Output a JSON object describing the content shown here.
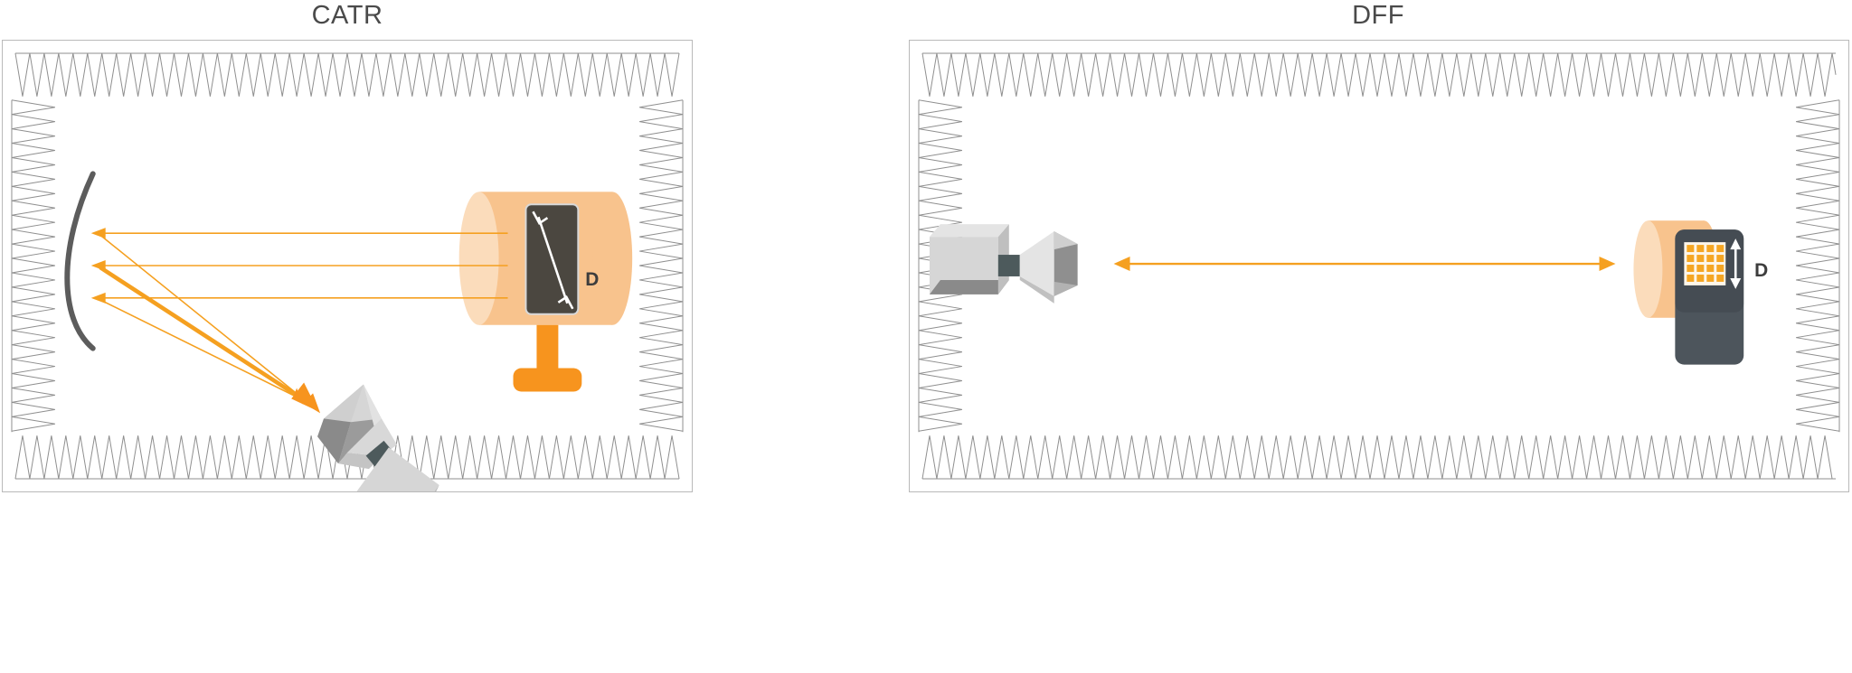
{
  "figure": {
    "type": "technical-diagram",
    "description": "Comparison of two over-the-air antenna measurement chambers",
    "panels": [
      {
        "id": "catr",
        "title": "CATR",
        "chamber": {
          "absorber_color": "#8f8f8f",
          "wall_border_color": "#b9b9b9",
          "background": "#ffffff"
        },
        "elements": {
          "reflector": {
            "name": "parabolic-reflector",
            "color": "#5c5c5c"
          },
          "feed_horn": {
            "name": "feed-horn-antenna",
            "body_color": "#d6d6d6",
            "shade_color": "#8a8a8a"
          },
          "dut": {
            "name": "device-under-test",
            "cylinder_color": "#f8c38d",
            "panel_color": "#4b4740",
            "dimension_label": "D",
            "dimension_orientation": "diagonal"
          },
          "positioner": {
            "name": "turntable-positioner",
            "color": "#f7941e"
          },
          "rays": {
            "color": "#f5a020",
            "collimated_count": 3,
            "direction": "reflector-to-dut-and-feed"
          }
        }
      },
      {
        "id": "dff",
        "title": "DFF",
        "chamber": {
          "absorber_color": "#8f8f8f",
          "wall_border_color": "#b9b9b9",
          "background": "#ffffff"
        },
        "elements": {
          "source_horn": {
            "name": "source-horn-antenna",
            "body_color": "#d6d6d6",
            "shade_color": "#8a8a8a"
          },
          "dut": {
            "name": "device-under-test",
            "body_color": "#4d555c",
            "array_color": "#f5a623",
            "array_rows": 4,
            "array_cols": 4,
            "halo_color": "#f8c38d",
            "dimension_label": "D",
            "dimension_orientation": "vertical"
          },
          "path": {
            "name": "far-field-range-arrow",
            "color": "#f5a020",
            "direction": "double-headed"
          }
        }
      }
    ]
  },
  "colors": {
    "orange": "#f5a020",
    "orange_strong": "#f7941e",
    "orange_light": "#f8c38d",
    "orange_pale": "#fbdcbb",
    "dark_panel": "#4b4740",
    "dark_device": "#4d555c",
    "gray_mid": "#8f8f8f",
    "gray_border": "#b9b9b9",
    "gray_reflector": "#5c5c5c",
    "metal_light": "#dcdcdc",
    "metal_mid": "#bfbfbf",
    "metal_dark": "#8a8a8a",
    "title_text": "#4a4a4a"
  }
}
